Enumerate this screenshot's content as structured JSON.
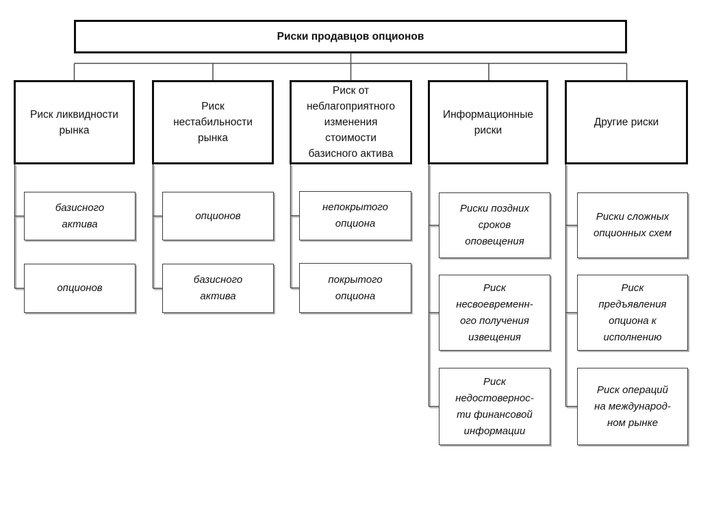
{
  "diagram": {
    "type": "hierarchy-flowchart",
    "language": "ru",
    "colors": {
      "background": "#ffffff",
      "box_border": "#0d0d0d",
      "leaf_border": "#3d3d3d",
      "connector": "#4a4a4a",
      "shadow": "#b0b0b0"
    }
  },
  "root": {
    "label": "Риски продавцов опционов"
  },
  "columns": [
    {
      "parent": {
        "label": "Риск ликвидности\nрынка"
      },
      "children": [
        {
          "label": "базисного\nактива"
        },
        {
          "label": "опционов"
        }
      ]
    },
    {
      "parent": {
        "label": "Риск\nнестабильности\nрынка"
      },
      "children": [
        {
          "label": "опционов"
        },
        {
          "label": "базисного\nактива"
        }
      ]
    },
    {
      "parent": {
        "label": "Риск от\nнеблагоприятного\nизменения\nстоимости\nбазисного актива"
      },
      "children": [
        {
          "label": "непокрытого\nопциона"
        },
        {
          "label": "покрытого\nопциона"
        }
      ]
    },
    {
      "parent": {
        "label": "Информационные\nриски"
      },
      "children": [
        {
          "label": "Риски поздних\nсроков\nоповещения"
        },
        {
          "label": "Риск\nнесвоевременн-\nого получения\nизвещения"
        },
        {
          "label": "Риск\nнедостовернос-\nти финансовой\nинформации"
        }
      ]
    },
    {
      "parent": {
        "label": "Другие риски"
      },
      "children": [
        {
          "label": "Риски сложных\nопционных схем"
        },
        {
          "label": "Риск\nпредъявления\nопциона к\nисполнению"
        },
        {
          "label": "Риск операций\nна международ-\nном рынке"
        }
      ]
    }
  ]
}
